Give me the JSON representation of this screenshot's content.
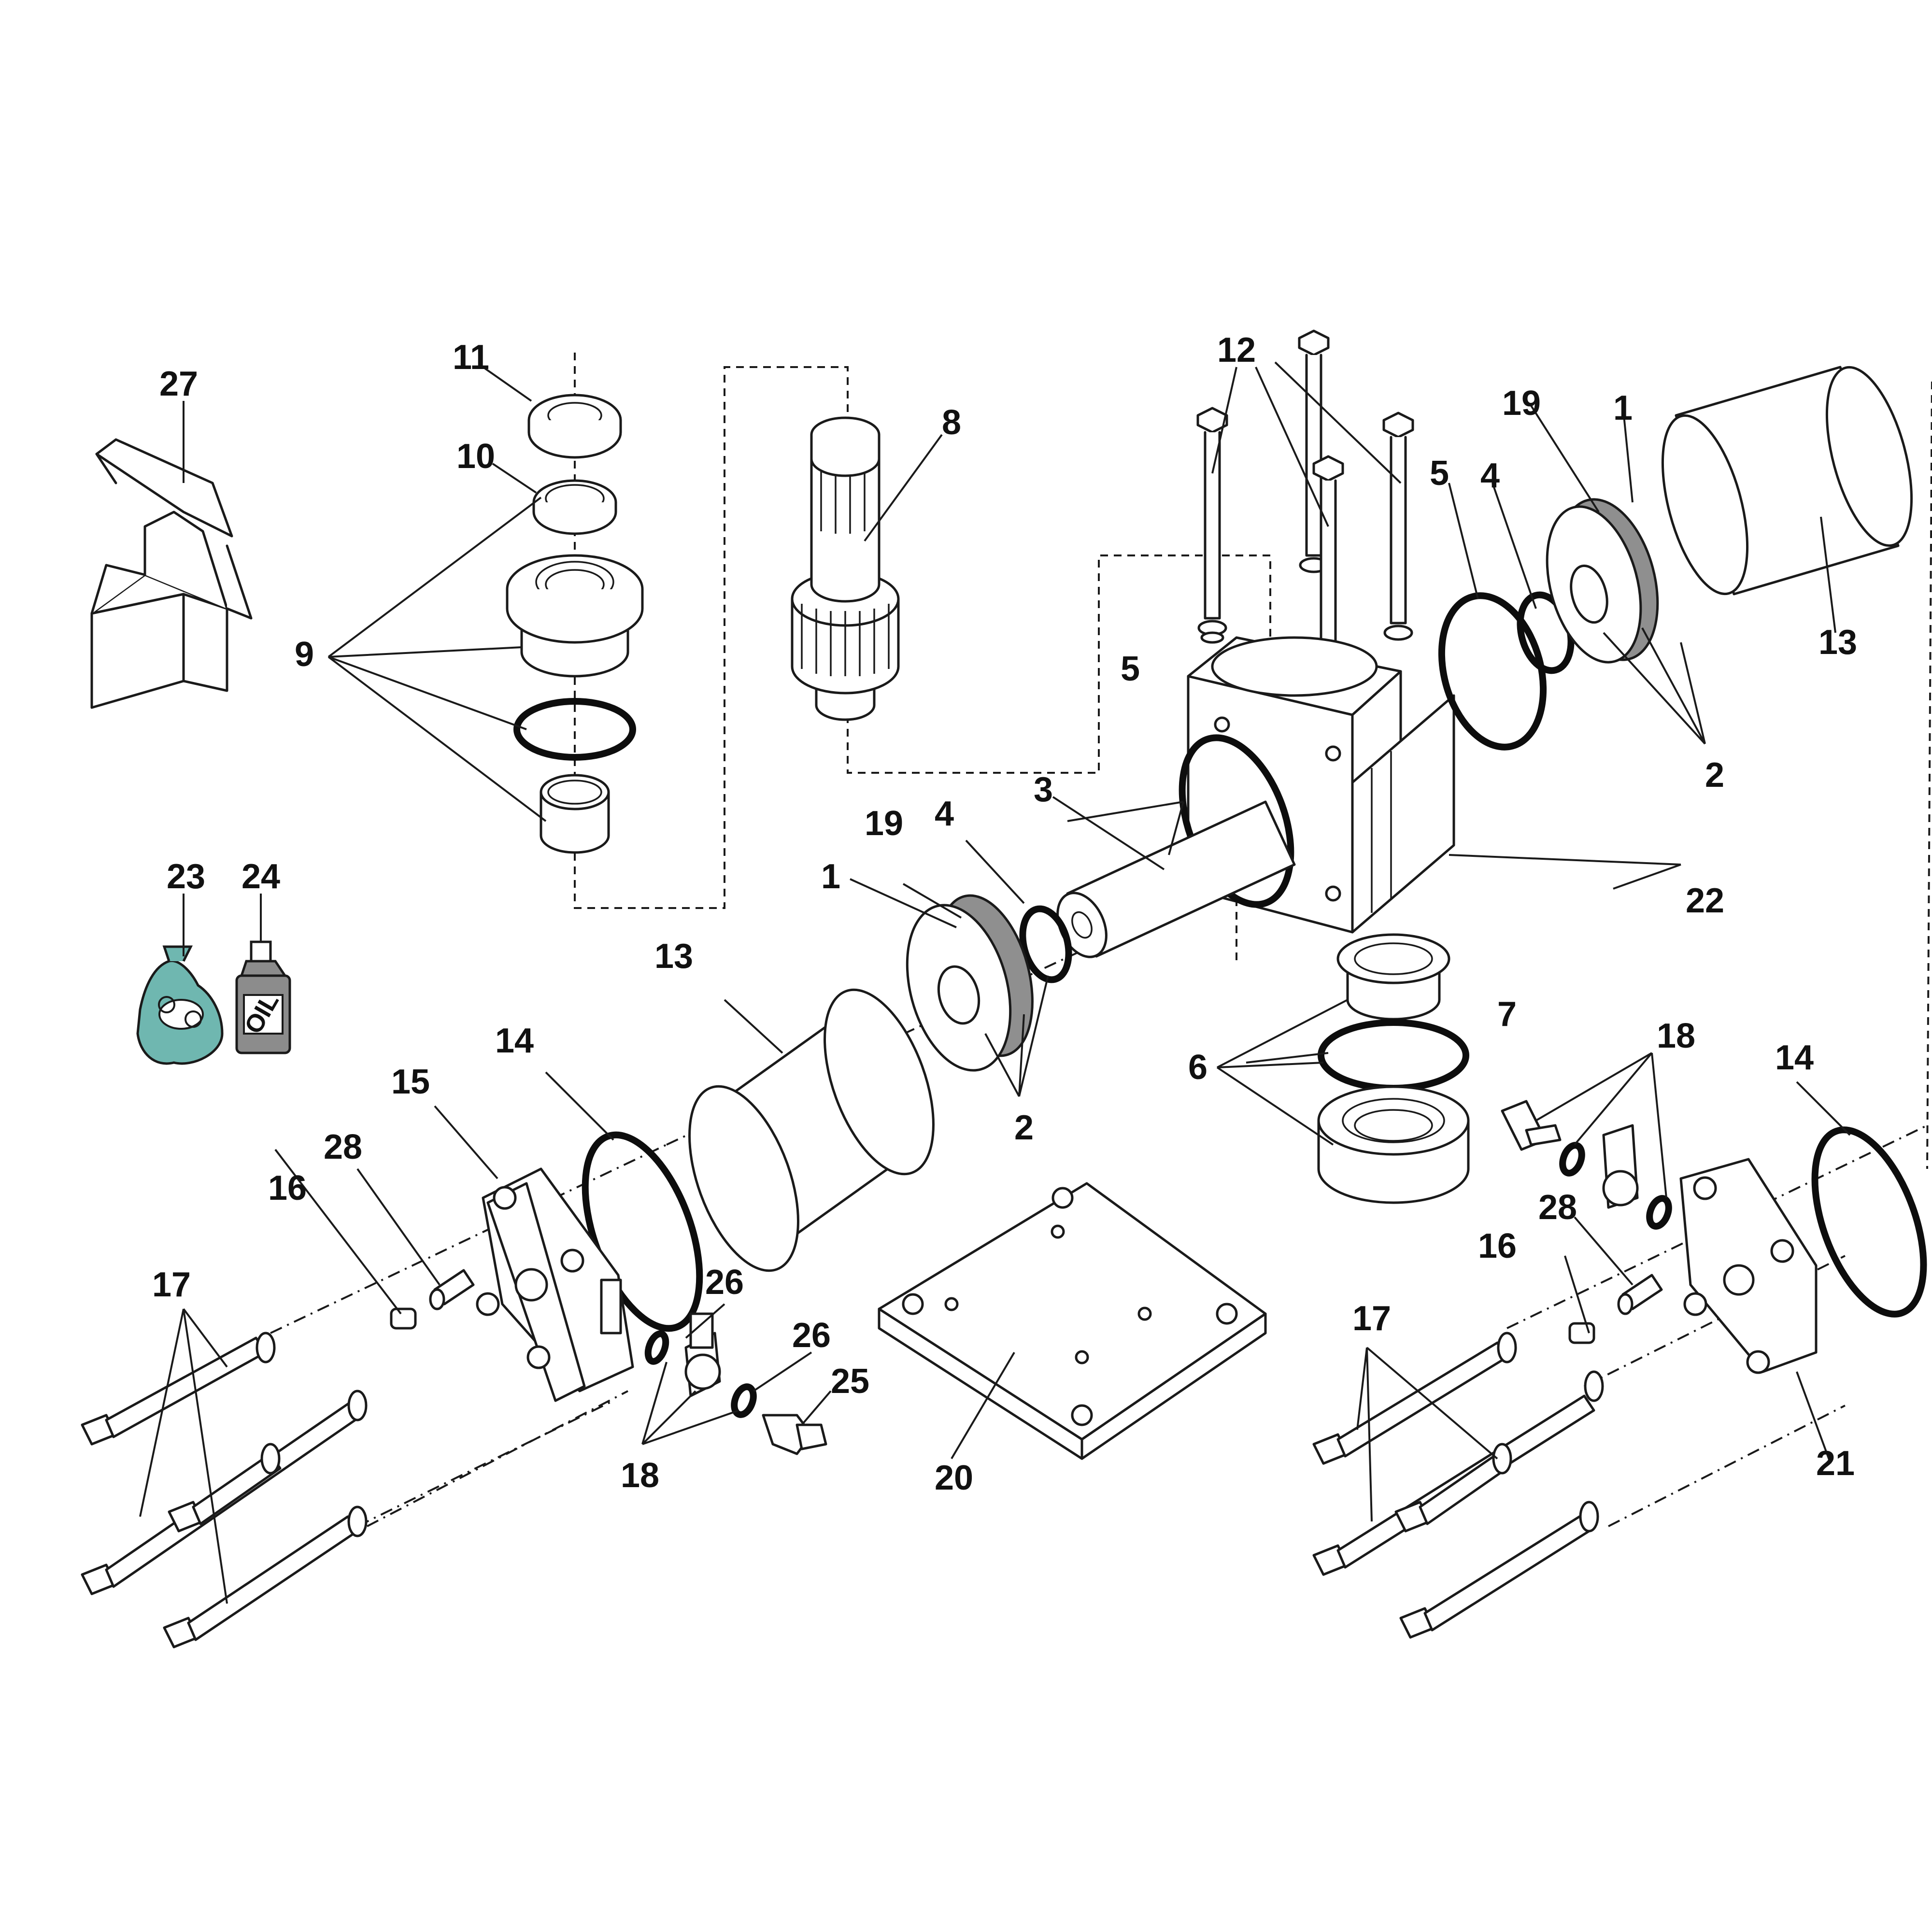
{
  "diagram": {
    "callouts": {
      "c1a": "1",
      "c1b": "1",
      "c2a": "2",
      "c2b": "2",
      "c3": "3",
      "c4a": "4",
      "c4b": "4",
      "c5a": "5",
      "c5b": "5",
      "c6": "6",
      "c7": "7",
      "c8": "8",
      "c9": "9",
      "c10": "10",
      "c11": "11",
      "c12": "12",
      "c13a": "13",
      "c13b": "13",
      "c14a": "14",
      "c14b": "14",
      "c15": "15",
      "c16a": "16",
      "c16b": "16",
      "c17a": "17",
      "c17b": "17",
      "c18a": "18",
      "c18b": "18",
      "c19a": "19",
      "c19b": "19",
      "c20": "20",
      "c21": "21",
      "c22": "22",
      "c23": "23",
      "c24": "24",
      "c25": "25",
      "c26a": "26",
      "c26b": "26",
      "c27": "27",
      "c28a": "28",
      "c28b": "28"
    },
    "oil_label": "OIL",
    "colors": {
      "line": "#1a1a1a",
      "seal_gray": "#8f8f8f",
      "bag_teal": "#6fb7b0",
      "bottle_gray": "#8c8c8c"
    }
  }
}
